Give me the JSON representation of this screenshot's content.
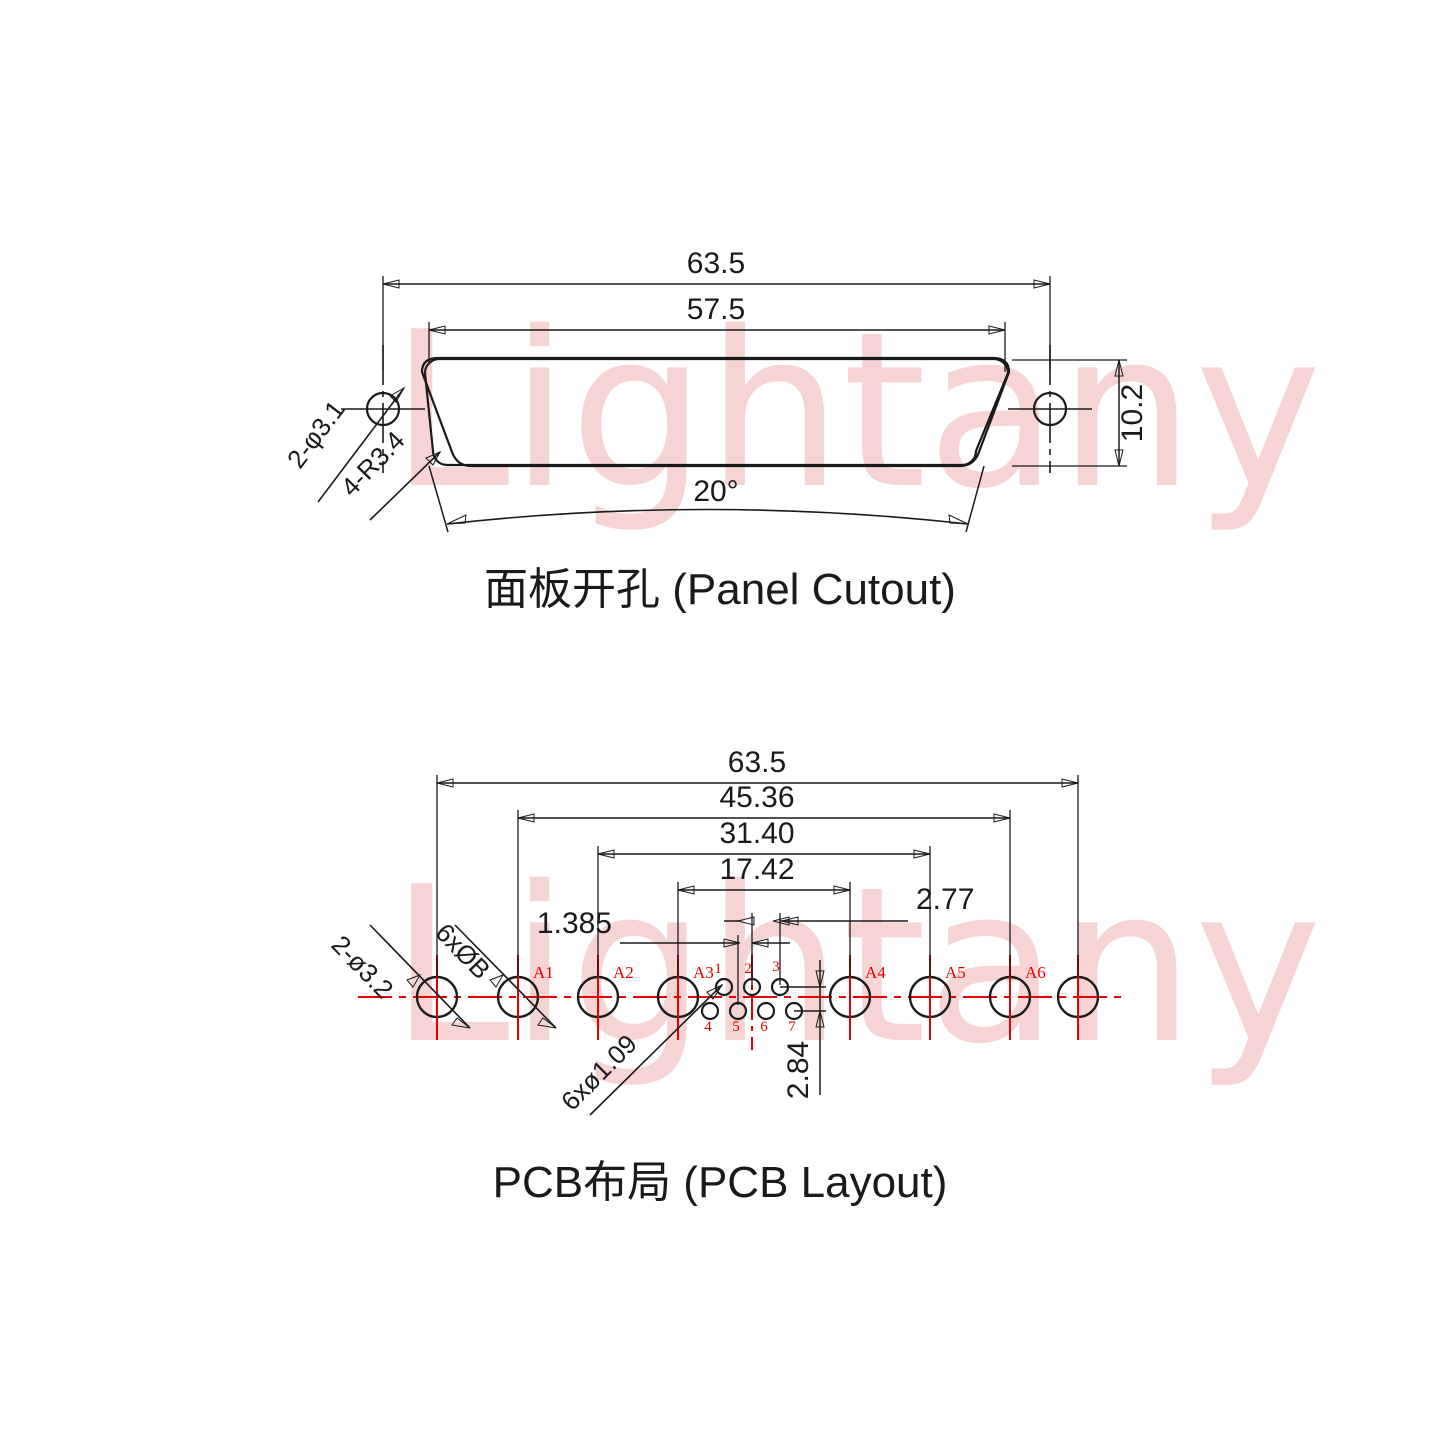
{
  "drawing": {
    "watermark": "Lightany",
    "watermark_color": "#f7d4d4",
    "line_color": "#1a1a1a",
    "center_line_color": "#e60000"
  },
  "panel_cutout": {
    "title": "面板开孔 (Panel Cutout)",
    "dim_overall": "63.5",
    "dim_inner": "57.5",
    "dim_height": "10.2",
    "dim_angle": "20°",
    "note_holes": "2-φ3.1",
    "note_radius": "4-R3.4"
  },
  "pcb_layout": {
    "title": "PCB布局 (PCB Layout)",
    "dim_overall": "63.5",
    "dim_2": "45.36",
    "dim_3": "31.40",
    "dim_4": "17.42",
    "dim_5": "1.385",
    "dim_6": "2.77",
    "dim_vertical": "2.84",
    "note_mount_holes": "2-ø3.2",
    "note_big_holes": "6xØB",
    "note_small_holes": "6xø1.09",
    "power_labels": [
      "A1",
      "A2",
      "A3",
      "A4",
      "A5",
      "A6"
    ],
    "signal_pins_top": [
      "1",
      "2",
      "3"
    ],
    "signal_pins_bottom": [
      "4",
      "5",
      "6",
      "7"
    ]
  }
}
